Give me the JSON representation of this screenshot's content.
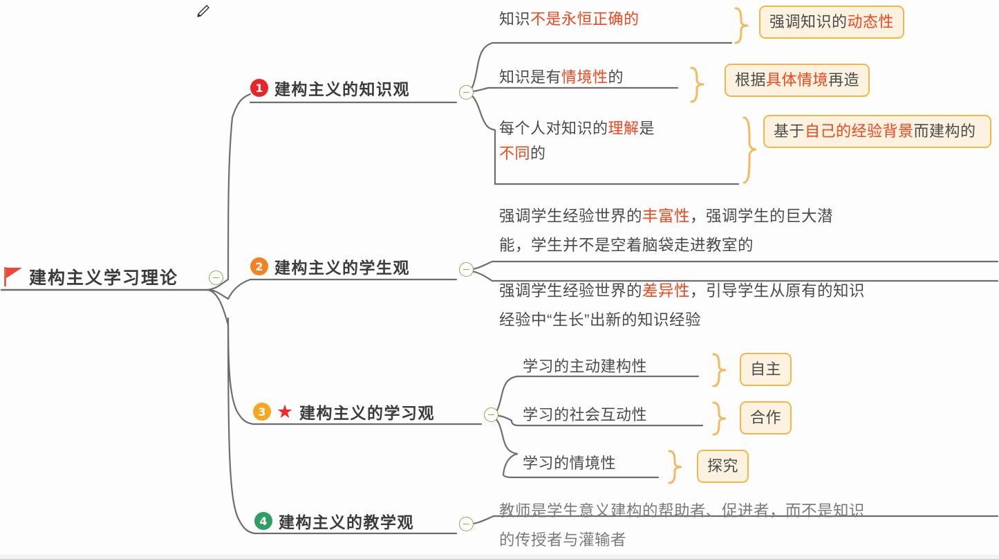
{
  "document": {
    "type": "mindmap",
    "title": "建构主义学习理论"
  },
  "root": {
    "label": "建构主义学习理论",
    "icon": "red-flag-icon",
    "toggle": "collapse-toggle-minus"
  },
  "branches": [
    {
      "index": "1",
      "badge_color": "#e8262a",
      "label": "建构主义的知识观",
      "starred": false,
      "children": [
        {
          "text_parts": [
            {
              "t": "知识",
              "hl": false
            },
            {
              "t": "不是永恒正确的",
              "hl": true
            }
          ],
          "box": {
            "parts": [
              {
                "t": "强调知识的",
                "hl": false
              },
              {
                "t": "动态性",
                "hl": true
              }
            ]
          }
        },
        {
          "text_parts": [
            {
              "t": "知识是有",
              "hl": false
            },
            {
              "t": "情境性",
              "hl": true
            },
            {
              "t": "的",
              "hl": false
            }
          ],
          "box": {
            "parts": [
              {
                "t": "根据",
                "hl": false
              },
              {
                "t": "具体情境",
                "hl": true
              },
              {
                "t": "再造",
                "hl": false
              }
            ]
          }
        },
        {
          "text_parts": [
            {
              "t": "每个人对知识的",
              "hl": false
            },
            {
              "t": "理解",
              "hl": true
            },
            {
              "t": "是",
              "hl": false
            },
            {
              "t": "\n",
              "hl": false
            },
            {
              "t": "不同",
              "hl": true
            },
            {
              "t": "的",
              "hl": false
            }
          ],
          "box": {
            "parts": [
              {
                "t": "基于",
                "hl": false
              },
              {
                "t": "自己的经验背景",
                "hl": true
              },
              {
                "t": "而建构的",
                "hl": false
              }
            ]
          }
        }
      ]
    },
    {
      "index": "2",
      "badge_color": "#f58220",
      "label": "建构主义的学生观",
      "starred": false,
      "children": [
        {
          "text_parts": [
            {
              "t": "强调学生经验世界的",
              "hl": false
            },
            {
              "t": "丰富性",
              "hl": true
            },
            {
              "t": "，强调学生的巨大潜",
              "hl": false
            },
            {
              "t": "\n",
              "hl": false
            },
            {
              "t": "能，学生并不是空着脑袋走进教室的",
              "hl": false
            }
          ],
          "box": null
        },
        {
          "text_parts": [
            {
              "t": "强调学生经验世界的",
              "hl": false
            },
            {
              "t": "差异性",
              "hl": true
            },
            {
              "t": "，引导学生从原有的知识",
              "hl": false
            },
            {
              "t": "\n",
              "hl": false
            },
            {
              "t": "经验中“生长”出新的知识经验",
              "hl": false
            }
          ],
          "box": null
        }
      ]
    },
    {
      "index": "3",
      "badge_color": "#f5a623",
      "label": "建构主义的学习观",
      "starred": true,
      "star_icon": "red-star-icon",
      "children": [
        {
          "text_parts": [
            {
              "t": "学习的主动建构性",
              "hl": false
            }
          ],
          "box": {
            "parts": [
              {
                "t": "自主",
                "hl": false
              }
            ]
          }
        },
        {
          "text_parts": [
            {
              "t": "学习的社会互动性",
              "hl": false
            }
          ],
          "box": {
            "parts": [
              {
                "t": "合作",
                "hl": false
              }
            ]
          }
        },
        {
          "text_parts": [
            {
              "t": "学习的情境性",
              "hl": false
            }
          ],
          "box": {
            "parts": [
              {
                "t": "探究",
                "hl": false
              }
            ]
          }
        }
      ]
    },
    {
      "index": "4",
      "badge_color": "#2e9e62",
      "label": "建构主义的教学观",
      "starred": false,
      "children": [
        {
          "text_parts": [
            {
              "t": "教师是学生意义建构的帮助者、促进者，而不是知识",
              "hl": false
            },
            {
              "t": "\n",
              "hl": false
            },
            {
              "t": "的传授者与灌输者",
              "hl": false
            }
          ],
          "box": null
        }
      ]
    }
  ],
  "cursor": {
    "icon": "pencil-cursor"
  },
  "colors": {
    "highlight": "#f4461d",
    "text": "#4a4a4a",
    "title": "#3b3b3b",
    "box_border": "#f0b74a",
    "box_fill": "#fdf1e0",
    "brace": "#f3b95f",
    "link": "#6d6d6d",
    "toggle": "#7cb342"
  }
}
